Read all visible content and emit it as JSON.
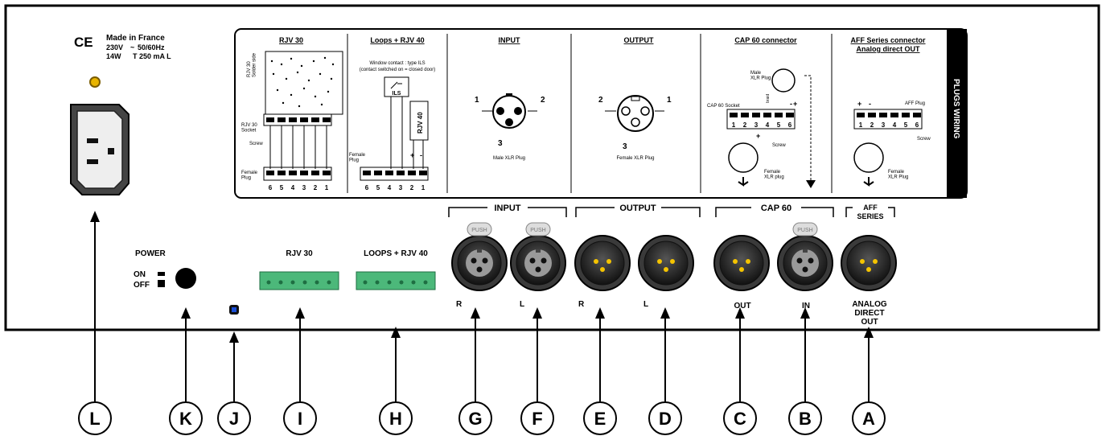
{
  "rating": {
    "ce_mark": "CE",
    "made_in": "Made in France",
    "voltage": "230V",
    "freq": "50/60Hz",
    "power": "14W",
    "fuse": "T 250 mA L"
  },
  "wiring_panel": {
    "side_label": "PLUGS WIRING",
    "rjv30": {
      "title": "RJV 30",
      "solder_side": "RJV 30\nSolder side",
      "socket": "RJV 30\nSocket",
      "screw": "Screw",
      "female_plug": "Female\nPlug",
      "pins": [
        "6",
        "5",
        "4",
        "3",
        "2",
        "1"
      ]
    },
    "loops": {
      "title": "Loops + RJV 40",
      "window_contact_1": "Window contact : type ILS",
      "window_contact_2": "(contact switched on = closed door)",
      "ils": "ILS",
      "rjv40": "RJV 40",
      "female_plug": "Female\nPlug",
      "plus": "+",
      "minus": "-",
      "pins": [
        "6",
        "5",
        "4",
        "3",
        "2",
        "1"
      ]
    },
    "input": {
      "title": "INPUT",
      "caption": "Male XLR Plug",
      "pin1": "1",
      "pin2": "2",
      "pin3": "3"
    },
    "output": {
      "title": "OUTPUT",
      "caption": "Female XLR Plug",
      "pin1": "1",
      "pin2": "2",
      "pin3": "3"
    },
    "cap60": {
      "title": "CAP 60 connector",
      "male_xlr": "Male\nXLR Plug",
      "socket": "CAP 60 Socket",
      "braid": "braid",
      "screw": "Screw",
      "female_xlr": "Female\nXLR plug",
      "plus": "+",
      "minus": "-",
      "pins": [
        "1",
        "2",
        "3",
        "4",
        "5",
        "6"
      ]
    },
    "aff": {
      "title": "AFF Series connector",
      "subtitle": "Analog direct OUT",
      "plug": "AFF Plug",
      "screw": "Screw",
      "female_xlr": "Female\nXLR Plug",
      "plus": "+",
      "minus": "-",
      "pins": [
        "1",
        "2",
        "3",
        "4",
        "5",
        "6"
      ]
    }
  },
  "front": {
    "power_title": "POWER",
    "power_on": "ON",
    "power_off": "OFF",
    "rjv30_label": "RJV 30",
    "loops_label": "LOOPS + RJV 40",
    "input_group": "INPUT",
    "output_group": "OUTPUT",
    "cap60_group": "CAP 60",
    "aff_group_1": "AFF",
    "aff_group_2": "SERIES",
    "push": "PUSH",
    "input_r": "R",
    "input_l": "L",
    "output_r": "R",
    "output_l": "L",
    "cap_out": "OUT",
    "cap_in": "IN",
    "analog_1": "ANALOG",
    "analog_2": "DIRECT",
    "analog_3": "OUT"
  },
  "callouts": [
    "L",
    "K",
    "J",
    "I",
    "H",
    "G",
    "F",
    "E",
    "D",
    "C",
    "B",
    "A"
  ],
  "colors": {
    "xlr_pin": "#f5c400",
    "indicator_blue": "#1a4fd8",
    "fuse_yellow": "#e8b400",
    "terminal_green": "#4cb87a"
  }
}
